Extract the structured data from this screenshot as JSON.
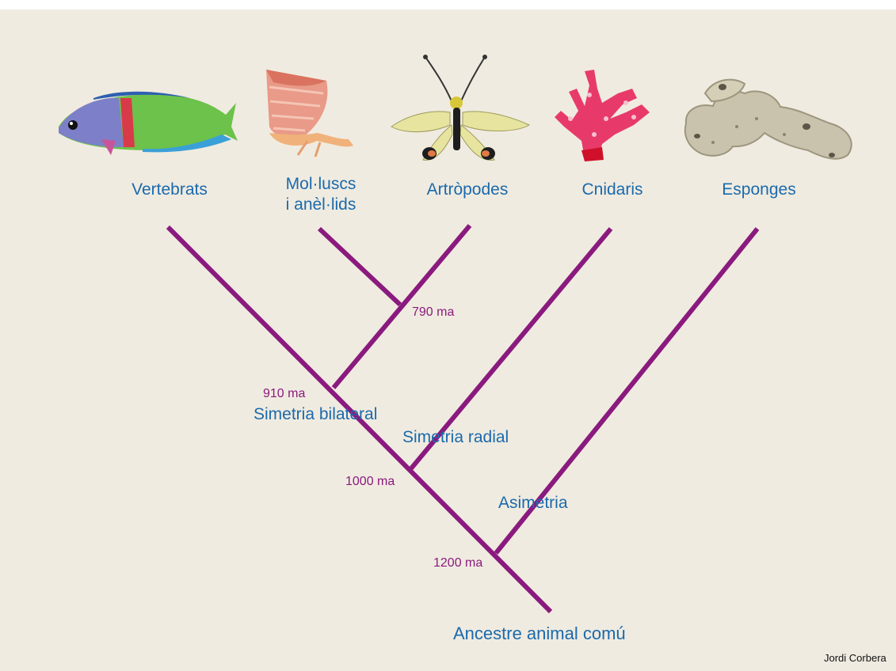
{
  "colors": {
    "background": "#f0ebe0",
    "branch": "#8a1a7e",
    "taxon_label": "#1a6aad",
    "node_label": "#1a6aad",
    "date_label": "#8a1a7e"
  },
  "taxa": [
    {
      "label": "Vertebrats",
      "icon": "fish-illustration"
    },
    {
      "label": "Mol·luscs\ni anèl·lids",
      "icon": "snail-illustration"
    },
    {
      "label": "Artròpodes",
      "icon": "insect-illustration"
    },
    {
      "label": "Cnidaris",
      "icon": "coral-illustration"
    },
    {
      "label": "Esponges",
      "icon": "sponge-illustration"
    }
  ],
  "nodes": {
    "n790": {
      "date": "790 ma"
    },
    "n910": {
      "date": "910 ma",
      "label": "Simetria bilateral"
    },
    "n1000": {
      "date": "1000 ma",
      "label": "Simetria radial"
    },
    "n1200": {
      "date": "1200 ma",
      "label": "Asimetria"
    }
  },
  "root_label": "Ancestre animal comú",
  "credit": "Jordi Corbera"
}
